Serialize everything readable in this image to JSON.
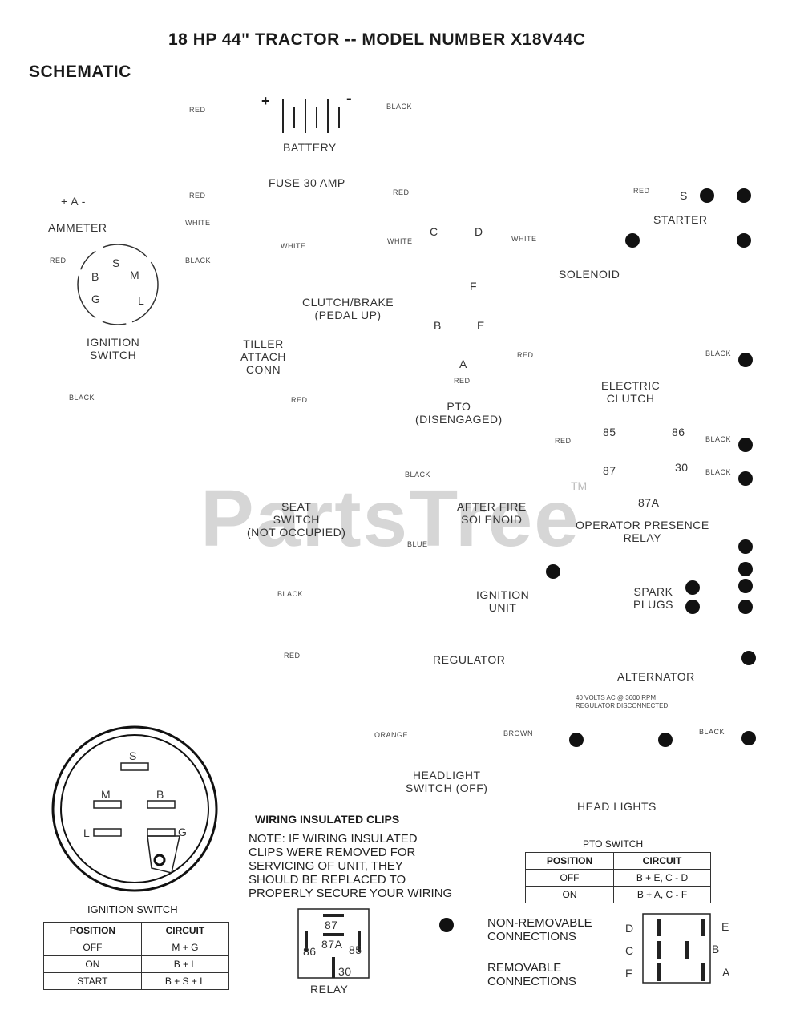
{
  "header": {
    "title": "18 HP 44\" TRACTOR -- MODEL NUMBER X18V44C",
    "subtitle": "SCHEMATIC"
  },
  "battery": {
    "label": "BATTERY",
    "plus": "+",
    "minus": "-",
    "left_wire": "RED",
    "right_wire": "BLACK"
  },
  "fuse": "FUSE 30 AMP",
  "ammeter": {
    "label": "AMMETER",
    "marks": "+ A -"
  },
  "ignition": {
    "label_line1": "IGNITION",
    "label_line2": "SWITCH",
    "terminals": {
      "s": "S",
      "b": "B",
      "m": "M",
      "g": "G",
      "l": "L"
    }
  },
  "starter": {
    "label": "STARTER",
    "terminal": "S"
  },
  "solenoid": {
    "label": "SOLENOID"
  },
  "clutch_brake": {
    "line1": "CLUTCH/BRAKE",
    "line2": "(PEDAL UP)"
  },
  "tiller": {
    "line1": "TILLER",
    "line2": "ATTACH",
    "line3": "CONN"
  },
  "pto": {
    "line1": "PTO",
    "line2": "(DISENGAGED)",
    "terms": [
      "C",
      "D",
      "F",
      "B",
      "E",
      "A"
    ]
  },
  "electric_clutch": {
    "line1": "ELECTRIC",
    "line2": "CLUTCH"
  },
  "relay": {
    "t85": "85",
    "t86": "86",
    "t87": "87",
    "t30": "30",
    "t87a": "87A",
    "line1": "OPERATOR PRESENCE",
    "line2": "RELAY"
  },
  "seat_switch": {
    "line1": "SEAT",
    "line2": "SWITCH",
    "line3": "(NOT OCCUPIED)"
  },
  "after_fire": {
    "line1": "AFTER FIRE",
    "line2": "SOLENOID"
  },
  "ignition_unit": {
    "line1": "IGNITION",
    "line2": "UNIT"
  },
  "spark_plugs": {
    "line1": "SPARK",
    "line2": "PLUGS"
  },
  "regulator": "REGULATOR",
  "alternator": {
    "label": "ALTERNATOR",
    "note1": "40 VOLTS AC @ 3600 RPM",
    "note2": "REGULATOR DISCONNECTED"
  },
  "headlight_switch": {
    "line1": "HEADLIGHT",
    "line2": "SWITCH (OFF)"
  },
  "head_lights": "HEAD LIGHTS",
  "wire_colors": {
    "red": "RED",
    "black": "BLACK",
    "white": "WHITE",
    "orange": "ORANGE",
    "brown": "BROWN",
    "blue": "BLUE"
  },
  "watermark": "PartsTree",
  "watermark_tm": "TM",
  "insulated_clips": {
    "title": "WIRING INSULATED CLIPS",
    "lines": [
      "NOTE: IF WIRING INSULATED",
      "CLIPS WERE REMOVED FOR",
      "SERVICING OF UNIT, THEY",
      "SHOULD BE REPLACED TO",
      "PROPERLY SECURE YOUR WIRING"
    ]
  },
  "pto_switch_table": {
    "title": "PTO SWITCH",
    "headers": [
      "POSITION",
      "CIRCUIT"
    ],
    "rows": [
      [
        "OFF",
        "B + E, C - D"
      ],
      [
        "ON",
        "B + A, C - F"
      ]
    ]
  },
  "ignition_switch_table": {
    "title": "IGNITION SWITCH",
    "headers": [
      "POSITION",
      "CIRCUIT"
    ],
    "rows": [
      [
        "OFF",
        "M + G"
      ],
      [
        "ON",
        "B + L"
      ],
      [
        "START",
        "B + S + L"
      ]
    ]
  },
  "relay_diagram": {
    "label": "RELAY",
    "t87": "87",
    "t87a": "87A",
    "t86": "86",
    "t85": "85",
    "t30": "30"
  },
  "legend": {
    "non_removable_1": "NON-REMOVABLE",
    "non_removable_2": "CONNECTIONS",
    "removable_1": "REMOVABLE",
    "removable_2": "CONNECTIONS"
  },
  "pto_connector": {
    "d": "D",
    "c": "C",
    "f": "F",
    "e": "E",
    "b": "B",
    "a": "A"
  }
}
